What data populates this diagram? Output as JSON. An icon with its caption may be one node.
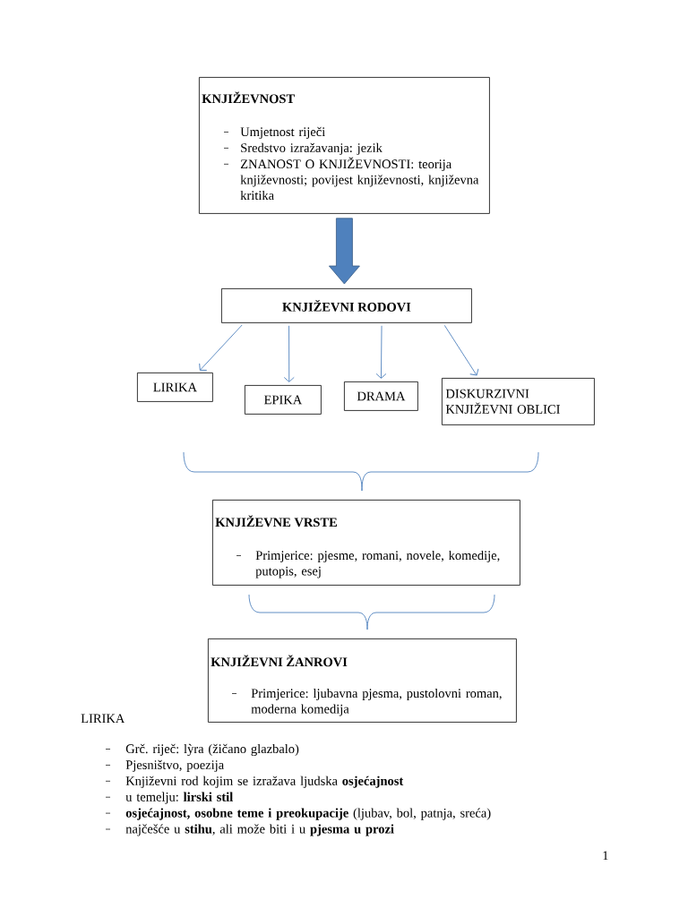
{
  "diagram": {
    "nodes": [
      {
        "text": [
          "KNJIŽEVNOST",
          "Umjetnost riječi",
          "Sredstvo izražavanja: jezik",
          "ZNANOST O KNJIŽEVNOSTI: teorija književnosti; povijest književnosti, književna kritika"
        ]
      },
      {
        "text": [
          "KNJIŽEVNI RODOVI"
        ]
      },
      {
        "text": [
          "LIRIKA"
        ]
      },
      {
        "text": [
          "EPIKA"
        ]
      },
      {
        "text": [
          "DRAMA"
        ]
      },
      {
        "text": [
          "DISKURZIVNI KNJIŽEVNI OBLICI"
        ]
      },
      {
        "text": [
          "KNJIŽEVNE VRSTE",
          "Primjerice: pjesme, romani, novele, komedije, putopis, esej"
        ]
      },
      {
        "text": [
          "KNJIŽEVNI ŽANROVI",
          "Primjerice: ljubavna pjesma, pustolovni roman, moderna komedija"
        ]
      }
    ],
    "edges": [
      {
        "from": 0,
        "to": 1,
        "arrow": "to",
        "style": "thick"
      },
      {
        "from": 1,
        "to": 2,
        "arrow": "to"
      },
      {
        "from": 1,
        "to": 3,
        "arrow": "to"
      },
      {
        "from": 1,
        "to": 4,
        "arrow": "to"
      },
      {
        "from": 1,
        "to": 5,
        "arrow": "to"
      }
    ],
    "labels": [
      "LIRIKA",
      "Grč. riječ: lỳra (žičano glazbalo)",
      "Pjesništvo, poezija",
      "Književni rod kojim se izražava ljudska **osjećajnost**",
      "u temelju: **lirski stil**",
      "**osjećajnost, osobne teme i preokupacije** (ljubav, bol, patnja, sreća)",
      "najčešće u **stihu**, ali može biti i u **pjesma u prozi**",
      "1"
    ]
  }
}
